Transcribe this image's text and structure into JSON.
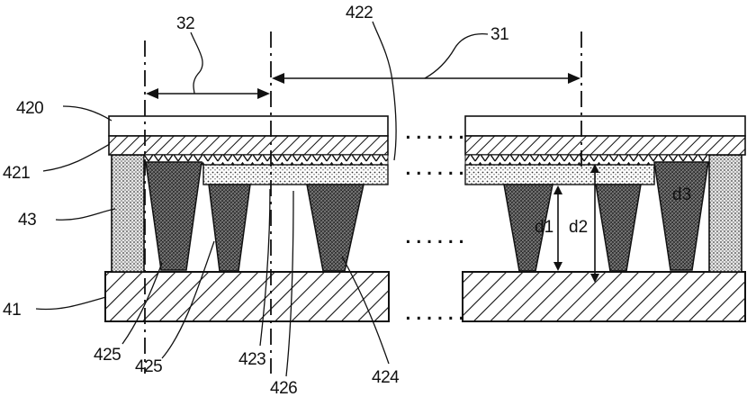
{
  "labels": {
    "dim_32": "32",
    "dim_31": "31",
    "l420": "420",
    "l421": "421",
    "l43": "43",
    "l41": "41",
    "l422": "422",
    "l425a": "425",
    "l425b": "425",
    "l423": "423",
    "l426": "426",
    "l424": "424",
    "d1": "d1",
    "d2": "d2",
    "d3": "d3"
  },
  "ellipsis": "......",
  "colors": {
    "ink": "#111111",
    "paper": "#ffffff"
  }
}
